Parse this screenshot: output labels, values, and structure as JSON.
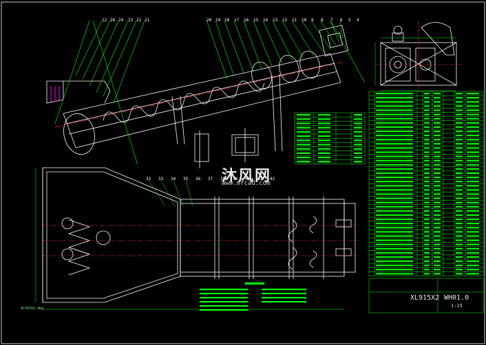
{
  "drawing": {
    "model_number": "XL915X2",
    "drawing_code": "WH01.0",
    "scale_note": "1:15",
    "watermark_text": "沐风网",
    "watermark_url": "www.mfcad.com",
    "corner_note": "XL915X2.dwg"
  },
  "balloons_top": [
    "12",
    "28",
    "24",
    "23",
    "22",
    "21",
    "20",
    "19",
    "18",
    "17",
    "16",
    "15",
    "14",
    "13",
    "12",
    "11",
    "10",
    "9",
    "8",
    "7",
    "6",
    "5",
    "4"
  ],
  "balloons_bottom": [
    "32",
    "33",
    "34",
    "35",
    "36",
    "37",
    "38",
    "39",
    "40",
    "41",
    "42"
  ],
  "colors": {
    "background": "#000000",
    "outline": "#ffffff",
    "leader": "#00ff00",
    "centerline": "#ff3030",
    "dimension": "#00ff00",
    "hidden": "#ff00ff"
  }
}
